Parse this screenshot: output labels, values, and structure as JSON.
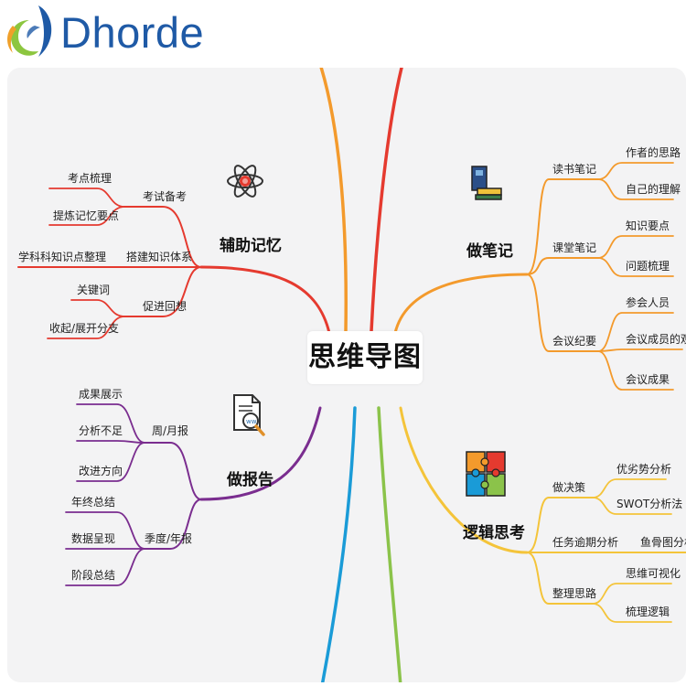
{
  "brand": {
    "name": "Dhorde",
    "logo_icon": "dhorde-logo-icon"
  },
  "center": {
    "title": "思维导图"
  },
  "colors": {
    "red": "#e53a2f",
    "orange": "#f39a2c",
    "purple": "#7a2d8f",
    "yellow": "#f4c43a",
    "blue": "#1a9bd7",
    "green": "#8bc34a"
  },
  "branches": {
    "aux_memory": {
      "title": "辅助记忆",
      "icon": "atom-icon",
      "items": [
        {
          "label": "考试备考",
          "children": [
            "考点梳理",
            "提炼记忆要点"
          ]
        },
        {
          "label": "搭建知识体系",
          "children": [
            "学科科知识点整理"
          ]
        },
        {
          "label": "促进回想",
          "children": [
            "关键词",
            "收起/展开分支"
          ]
        }
      ]
    },
    "notes": {
      "title": "做笔记",
      "icon": "books-icon",
      "items": [
        {
          "label": "读书笔记",
          "children": [
            "作者的思路",
            "自己的理解"
          ]
        },
        {
          "label": "课堂笔记",
          "children": [
            "知识要点",
            "问题梳理"
          ]
        },
        {
          "label": "会议纪要",
          "children": [
            "参会人员",
            "会议成员的观点",
            "会议成果"
          ]
        }
      ]
    },
    "report": {
      "title": "做报告",
      "icon": "report-magnifier-icon",
      "items": [
        {
          "label": "周/月报",
          "children": [
            "成果展示",
            "分析不足",
            "改进方向"
          ]
        },
        {
          "label": "季度/年报",
          "children": [
            "年终总结",
            "数据呈现",
            "阶段总结"
          ]
        }
      ]
    },
    "logic": {
      "title": "逻辑思考",
      "icon": "puzzle-icon",
      "items": [
        {
          "label": "做决策",
          "children": [
            "优劣势分析",
            "SWOT分析法"
          ]
        },
        {
          "label": "任务逾期分析",
          "children": [
            "鱼骨图分析法"
          ]
        },
        {
          "label": "整理思路",
          "children": [
            "思维可视化",
            "梳理逻辑"
          ]
        }
      ]
    }
  }
}
